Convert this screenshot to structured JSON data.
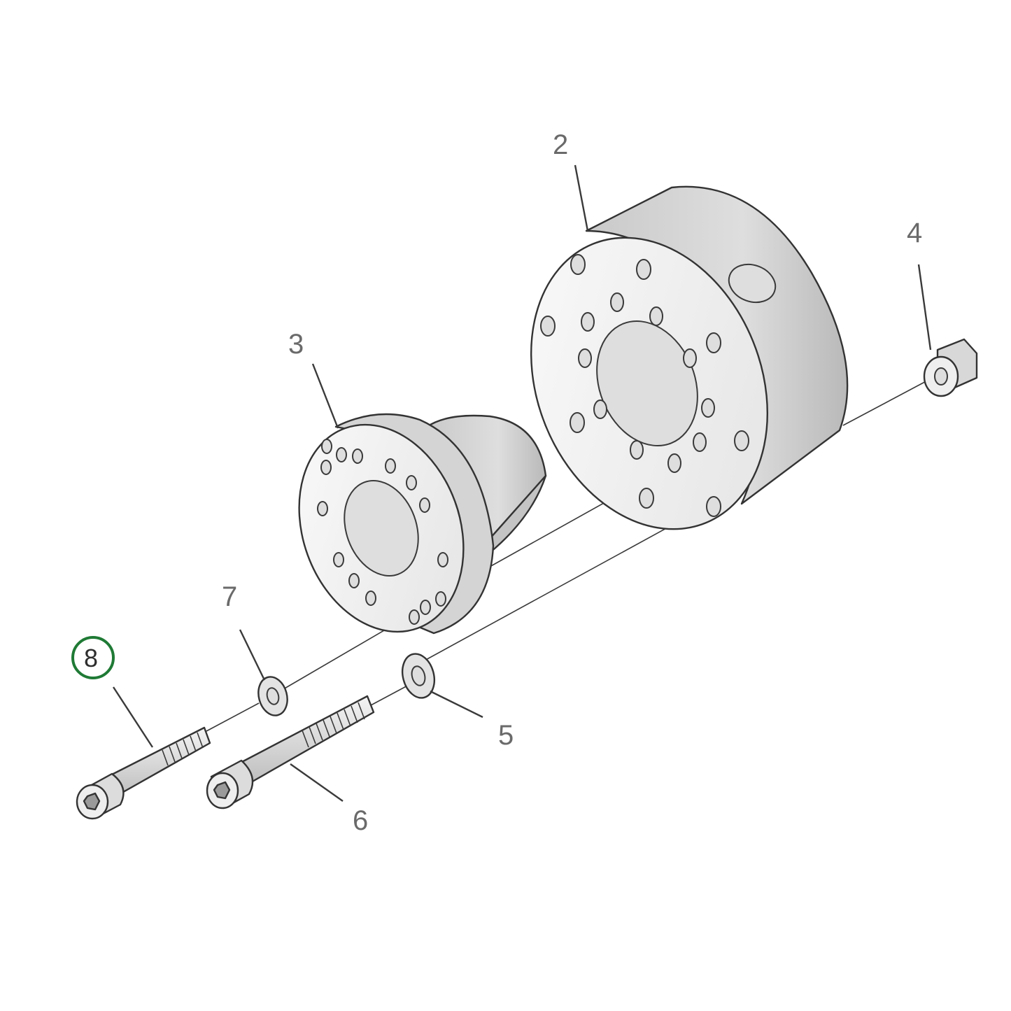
{
  "diagram": {
    "callouts": [
      {
        "id": "2",
        "label": "2"
      },
      {
        "id": "3",
        "label": "3"
      },
      {
        "id": "4",
        "label": "4"
      },
      {
        "id": "5",
        "label": "5"
      },
      {
        "id": "6",
        "label": "6"
      },
      {
        "id": "7",
        "label": "7"
      },
      {
        "id": "8",
        "label": "8",
        "highlighted": true
      }
    ],
    "highlight_color": "#1f7a35"
  }
}
